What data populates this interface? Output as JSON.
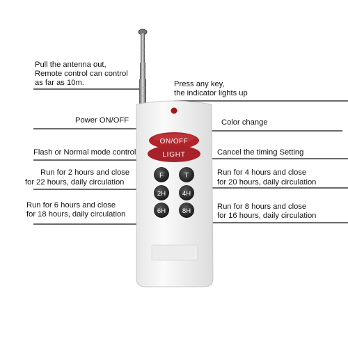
{
  "labels": {
    "antenna_line1": "Pull the antenna out,",
    "antenna_line2": "Remote control can control",
    "antenna_line3": "as far as 10m.",
    "indicator_line1": "Press any key,",
    "indicator_line2": "the indicator lights up",
    "power": "Power ON/OFF",
    "color_change": "Color change",
    "flash_mode": "Flash or Normal mode control",
    "cancel_timing": "Cancel the timing Setting",
    "run2_line1": "Run for 2 hours and close",
    "run2_line2": "for 22 hours, daily circulation",
    "run4_line1": "Run for 4 hours and close",
    "run4_line2": "for 20 hours, daily circulation",
    "run6_line1": "Run for 6 hours and close",
    "run6_line2": "for 18 hours, daily circulation",
    "run8_line1": "Run for 8 hours and close",
    "run8_line2": "for 16 hours, daily circulation"
  },
  "buttons": {
    "on_off": "ON/OFF",
    "light": "LIGHT",
    "f": "F",
    "t": "T",
    "h2": "2H",
    "h4": "4H",
    "h6": "6H",
    "h8": "8H"
  },
  "colors": {
    "remote_body": "#f2f2f2",
    "red_button": "#b0242a",
    "dark_key": "#2a2a2a",
    "indicator": "#a01818"
  }
}
